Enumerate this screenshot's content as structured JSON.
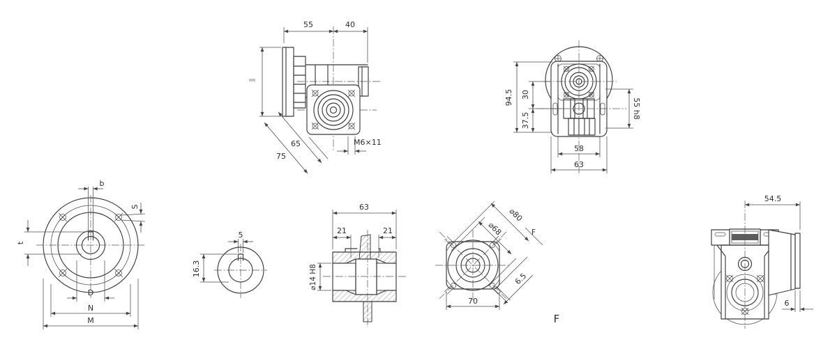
{
  "page": {
    "background": "#ffffff",
    "line_color": "#3b3b3b",
    "view_label_f": "F"
  },
  "views": {
    "input_side": {
      "dim_55": "55",
      "dim_40": "40",
      "dim_65": "65",
      "dim_75": "75",
      "tap_label": "M6×11"
    },
    "input_front": {
      "dim_94_5": "94.5",
      "dim_30": "30",
      "dim_37_5": "37.5",
      "dim_55h8": "55 h8",
      "dim_58": "58",
      "dim_63": "63"
    },
    "output_flange": {
      "dim_b": "b",
      "dim_S": "S",
      "dim_t": "t",
      "dim_D": "D",
      "dim_N": "N",
      "dim_M": "M"
    },
    "worm_shaft_end": {
      "dim_5": "5",
      "dim_16_3": "16.3"
    },
    "hollow_shaft": {
      "dim_63": "63",
      "dim_21_left": "21",
      "dim_21_right": "21",
      "dim_bore": "⌀14 H8"
    },
    "square_flange": {
      "dim_d80": "⌀80",
      "dim_d68": "⌀68",
      "dim_6_5": "6.5",
      "dim_70": "70",
      "label_f": "F"
    },
    "rear_side": {
      "dim_54_5": "54.5",
      "dim_6": "6"
    }
  }
}
